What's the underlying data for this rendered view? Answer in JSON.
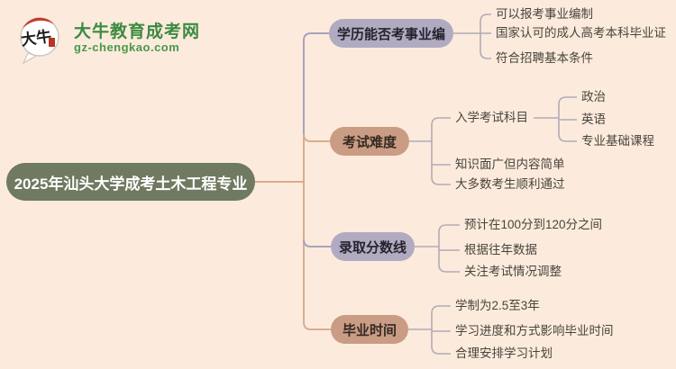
{
  "logo": {
    "brand": "大牛教育成考网",
    "domain": "gz-chengkao.com",
    "bubble_text": "大牛",
    "brand_color": "#3c8a41"
  },
  "colors": {
    "background": "#fcebdc",
    "root_fill": "#6f7a60",
    "branch_fill_purple": "#b1abc1",
    "branch_fill_tan": "#ca9c84",
    "link_tan": "#d9ad92",
    "link_purple": "#a9a2bc",
    "child_link": "#b2aaba",
    "leaf_text": "#49443d"
  },
  "mindmap": {
    "root": {
      "label": "2025年汕头大学成考土木工程专业"
    },
    "branches": [
      {
        "label": "学历能否考事业编",
        "children": [
          "可以报考事业编制",
          "国家认可的成人高考本科毕业证",
          "符合招聘基本条件"
        ]
      },
      {
        "label": "考试难度",
        "children": [
          {
            "label": "入学考试科目",
            "children": [
              "政治",
              "英语",
              "专业基础课程"
            ]
          },
          "知识面广但内容简单",
          "大多数考生顺利通过"
        ]
      },
      {
        "label": "录取分数线",
        "children": [
          "预计在100分到120分之间",
          "根据往年数据",
          "关注考试情况调整"
        ]
      },
      {
        "label": "毕业时间",
        "children": [
          "学制为2.5至3年",
          "学习进度和方式影响毕业时间",
          "合理安排学习计划"
        ]
      }
    ]
  }
}
